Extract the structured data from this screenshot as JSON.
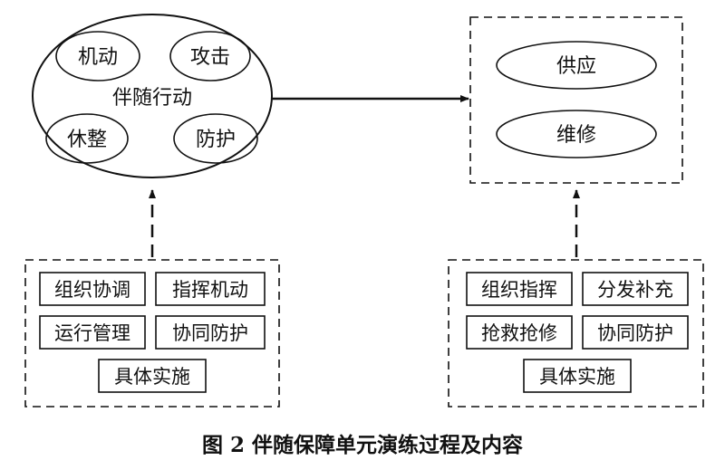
{
  "diagram": {
    "left_group": {
      "center_label": "伴随行动",
      "ovals": [
        "机动",
        "攻击",
        "休整",
        "防护"
      ]
    },
    "right_group": {
      "ovals": [
        "供应",
        "维修"
      ]
    },
    "bottom_left": {
      "boxes": [
        "组织协调",
        "指挥机动",
        "运行管理",
        "协同防护",
        "具体实施"
      ]
    },
    "bottom_right": {
      "boxes": [
        "组织指挥",
        "分发补充",
        "抢救抢修",
        "协同防护",
        "具体实施"
      ]
    }
  },
  "caption": "图 2  伴随保障单元演练过程及内容"
}
